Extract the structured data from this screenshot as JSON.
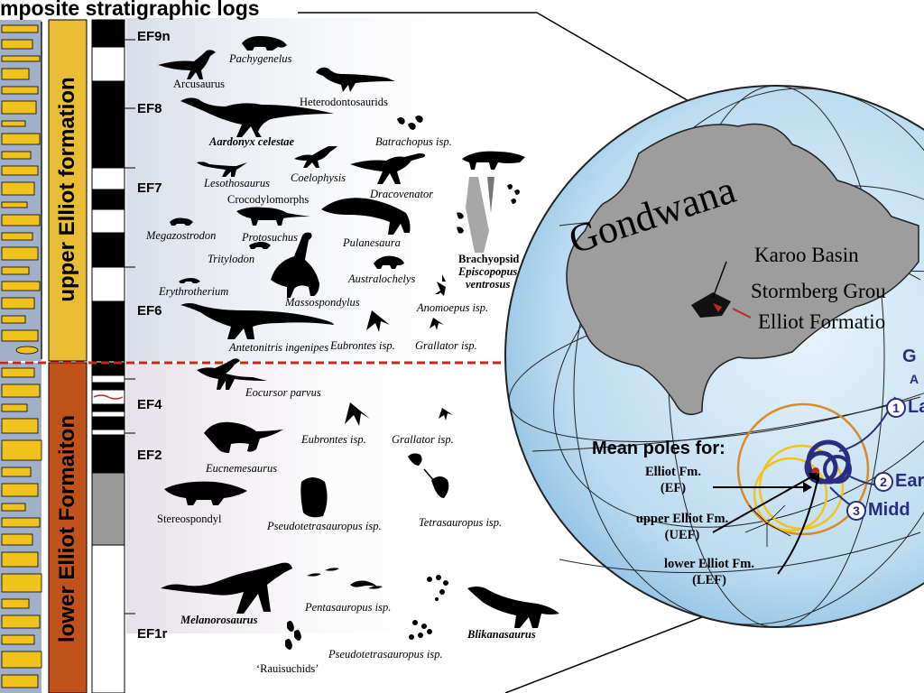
{
  "header": {
    "title": "mposite stratigraphic logs"
  },
  "formations": {
    "upper": "upper Elliot formation",
    "lower": "lower Elliot Formaiton"
  },
  "zones": {
    "ef9n": "EF9n",
    "ef8": "EF8",
    "ef7": "EF7",
    "ef6": "EF6",
    "ef4": "EF4",
    "ef2": "EF2",
    "ef1r": "EF1r"
  },
  "taxa": {
    "pachygenelus": "Pachygenelus",
    "arcusaurus": "Arcusaurus",
    "heterodontosaurids": "Heterodontosaurids",
    "aardonyx": "Aardonyx celestae",
    "batrachopus": "Batrachopus isp.",
    "lesothosaurus": "Lesothosaurus",
    "coelophysis": "Coelophysis",
    "dracovenator": "Dracovenator",
    "crocodylomorphs": "Crocodylomorphs",
    "megazostrodon": "Megazostrodon",
    "protosuchus": "Protosuchus",
    "pulanesaura": "Pulanesaura",
    "tritylodon": "Tritylodon",
    "australochelys": "Australochelys",
    "brachyopsid": "Brachyopsid",
    "episcopopus": "Episcopopus",
    "ventrosus": "ventrosus",
    "erythrotherium": "Erythrotherium",
    "massospondylus": "Massospondylus",
    "anomoepus": "Anomoepus isp.",
    "antetonitrus": "Antetonitris ingenipes",
    "eubrontes1": "Eubrontes isp.",
    "grallator1": "Grallator isp.",
    "eocursor": "Eocursor parvus",
    "eubrontes2": "Eubrontes isp.",
    "grallator2": "Grallator isp.",
    "eucnemesaurus": "Eucnemesaurus",
    "stereospondyl": "Stereospondyl",
    "pseudotetrasauropus1": "Pseudotetrasauropus isp.",
    "tetrasauropus": "Tetrasauropus isp.",
    "pentasauropus": "Pentasauropus isp.",
    "melanorosaurus": "Melanorosaurus",
    "blikanasaurus": "Blikanasaurus",
    "pseudotetrasauropus2": "Pseudotetrasauropus isp.",
    "rauisuchids": "‘Rauisuchids’"
  },
  "globe": {
    "gondwana": "Gondwana",
    "karoo": "Karoo Basin",
    "stormberg": "Stormberg Grou",
    "elliot": "Elliot Formatio",
    "mean_poles": "Mean poles for:",
    "ef_name": "Elliot Fm.",
    "ef_abbr": "(EF)",
    "uef_name": "upper Elliot Fm.",
    "uef_abbr": "(UEF)",
    "lef_name": "lower Elliot Fm.",
    "lef_abbr": "(LEF)",
    "legend_g": "G",
    "legend_a": "A",
    "age1_num": "1",
    "age1_label": "La",
    "age2_num": "2",
    "age2_label": "Ear",
    "age3_num": "3",
    "age3_label": "Midd"
  },
  "colors": {
    "upper_formation": "#e9bd34",
    "lower_formation": "#c0521c",
    "boundary_line": "#c02a1a",
    "pole_ring_navy": "#2a2d7e",
    "pole_ring_orange": "#d98a2b",
    "pole_ring_yellow": "#f2c418",
    "globe_sea": "#cfe6f5",
    "land": "#9d9d9d"
  }
}
